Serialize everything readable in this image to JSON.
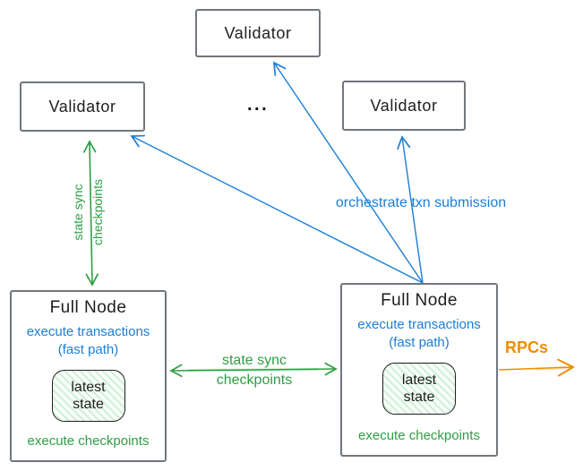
{
  "diagram": {
    "validators": {
      "top": "Validator",
      "left": "Validator",
      "right": "Validator"
    },
    "ellipsis": "...",
    "full_node_left": {
      "title": "Full Node",
      "fast_line1": "execute transactions",
      "fast_line2": "(fast path)",
      "state_line1": "latest",
      "state_line2": "state",
      "footer": "execute checkpoints"
    },
    "full_node_right": {
      "title": "Full Node",
      "fast_line1": "execute transactions",
      "fast_line2": "(fast path)",
      "state_line1": "latest",
      "state_line2": "state",
      "footer": "execute checkpoints"
    },
    "labels": {
      "vertical_sync_line1": "state sync",
      "vertical_sync_line2": "checkpoints",
      "mid_sync_line1": "state sync",
      "mid_sync_line2": "checkpoints",
      "orchestrate": "orchestrate txn submission",
      "rpcs": "RPCs"
    },
    "colors": {
      "green": "#2f9e44",
      "blue": "#1c7ed6",
      "orange": "#f08c00",
      "box_border": "#70767c",
      "text": "#1e1e1e",
      "state_box_fill": "#f0fbf3",
      "state_box_hatch": "#7fd492"
    }
  }
}
